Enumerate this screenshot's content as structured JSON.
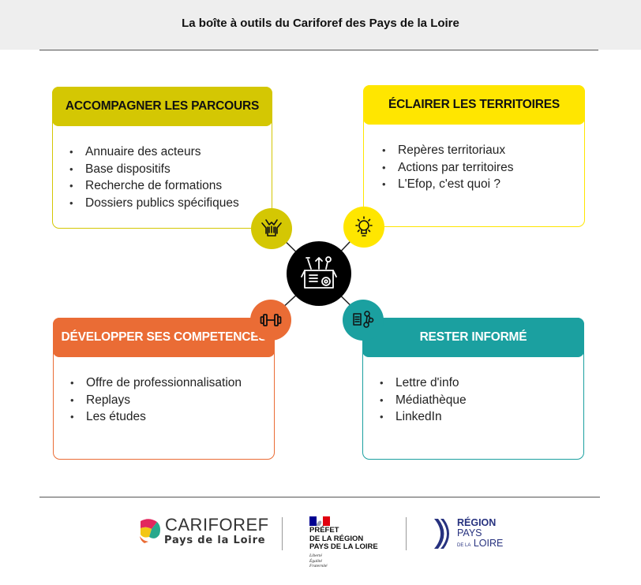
{
  "header": {
    "title": "La boîte à outils du Cariforef des Pays de la Loire"
  },
  "colors": {
    "yellow_green": "#d4c703",
    "yellow": "#ffe600",
    "orange": "#ea6c35",
    "teal": "#1ba0a0",
    "center": "#000000"
  },
  "cards": [
    {
      "id": "accompagner",
      "title": "ACCOMPAGNER LES PARCOURS",
      "icon": "hands-together-icon",
      "items": [
        "Annuaire des acteurs",
        "Base dispositifs",
        "Recherche de formations",
        "Dossiers publics spécifiques"
      ]
    },
    {
      "id": "eclairer",
      "title": "ÉCLAIRER LES TERRITOIRES",
      "icon": "lightbulb-icon",
      "items": [
        "Repères territoriaux",
        "Actions par territoires",
        "L'Efop, c'est quoi ?"
      ]
    },
    {
      "id": "developper",
      "title": "DÉVELOPPER SES COMPETENCES",
      "icon": "dumbbell-icon",
      "items": [
        "Offre de professionnalisation",
        "Replays",
        "Les études"
      ]
    },
    {
      "id": "informe",
      "title": "RESTER INFORMÉ",
      "icon": "news-network-icon",
      "items": [
        "Lettre d'info",
        "Médiathèque",
        "LinkedIn"
      ]
    }
  ],
  "center": {
    "icon": "toolbox-icon"
  },
  "footer": {
    "cariforef": {
      "name": "CARIFOREF",
      "subtitle": "Pays de la Loire"
    },
    "prefet": {
      "lines": [
        "PRÉFET",
        "DE LA RÉGION",
        "PAYS DE LA LOIRE"
      ],
      "motto": [
        "Liberté",
        "Égalité",
        "Fraternité"
      ]
    },
    "region": {
      "line1": "RÉGION",
      "line2": "PAYS",
      "line3_small": "DE LA",
      "line3": "LOIRE"
    }
  }
}
